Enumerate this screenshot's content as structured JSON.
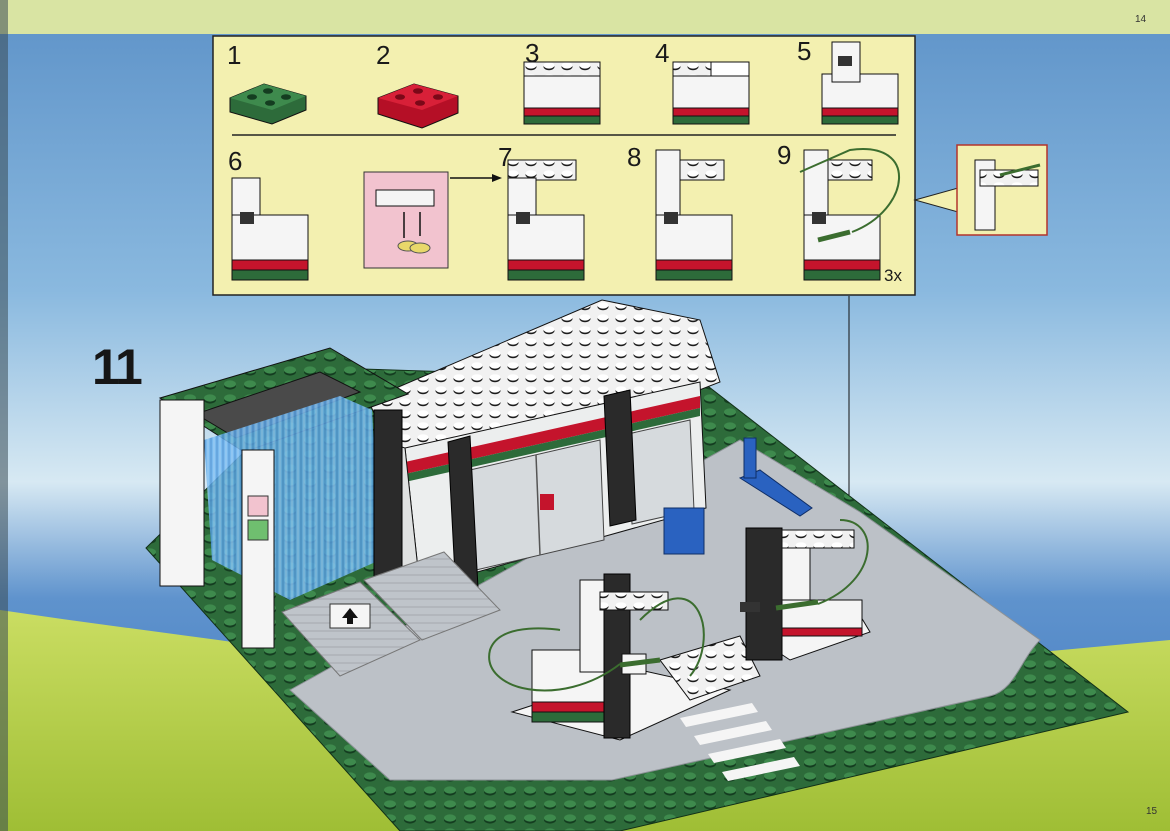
{
  "page": {
    "number_top": "14",
    "number_bottom": "15",
    "main_step": "11"
  },
  "sub_steps": [
    "1",
    "2",
    "3",
    "4",
    "5",
    "6",
    "7",
    "8",
    "9"
  ],
  "multiplier": "3x",
  "colors": {
    "panel": "#f3f0b0",
    "baseplate": "#2e6e3c",
    "road": "#b9bec5",
    "brick_red": "#c4142c",
    "brick_white": "#f5f5f5",
    "brick_black": "#2a2a2a",
    "brush_blue": "#5aa6e6",
    "sky": "#7fb0d8",
    "grass": "#b8cf4a"
  },
  "icons": [
    "arrow-up-icon",
    "flow-arrow-icon",
    "leader-line-icon"
  ]
}
